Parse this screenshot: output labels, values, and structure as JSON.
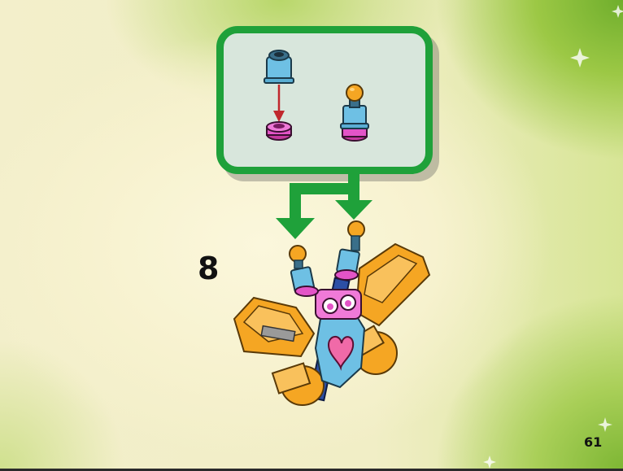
{
  "step": {
    "number": "8"
  },
  "page": {
    "number": "61"
  },
  "callout": {
    "parts": [
      "light-blue-round-brick",
      "magenta-round-plate",
      "orange-round-stud"
    ]
  },
  "colors": {
    "callout_border": "#1fa13a",
    "callout_fill": "#d8e6dc",
    "arrow_green": "#1fa13a",
    "light_blue": "#6ec0e4",
    "orange": "#f5a623",
    "magenta": "#e354c7",
    "pink": "#f06aa8",
    "blue": "#2c4fa6"
  }
}
